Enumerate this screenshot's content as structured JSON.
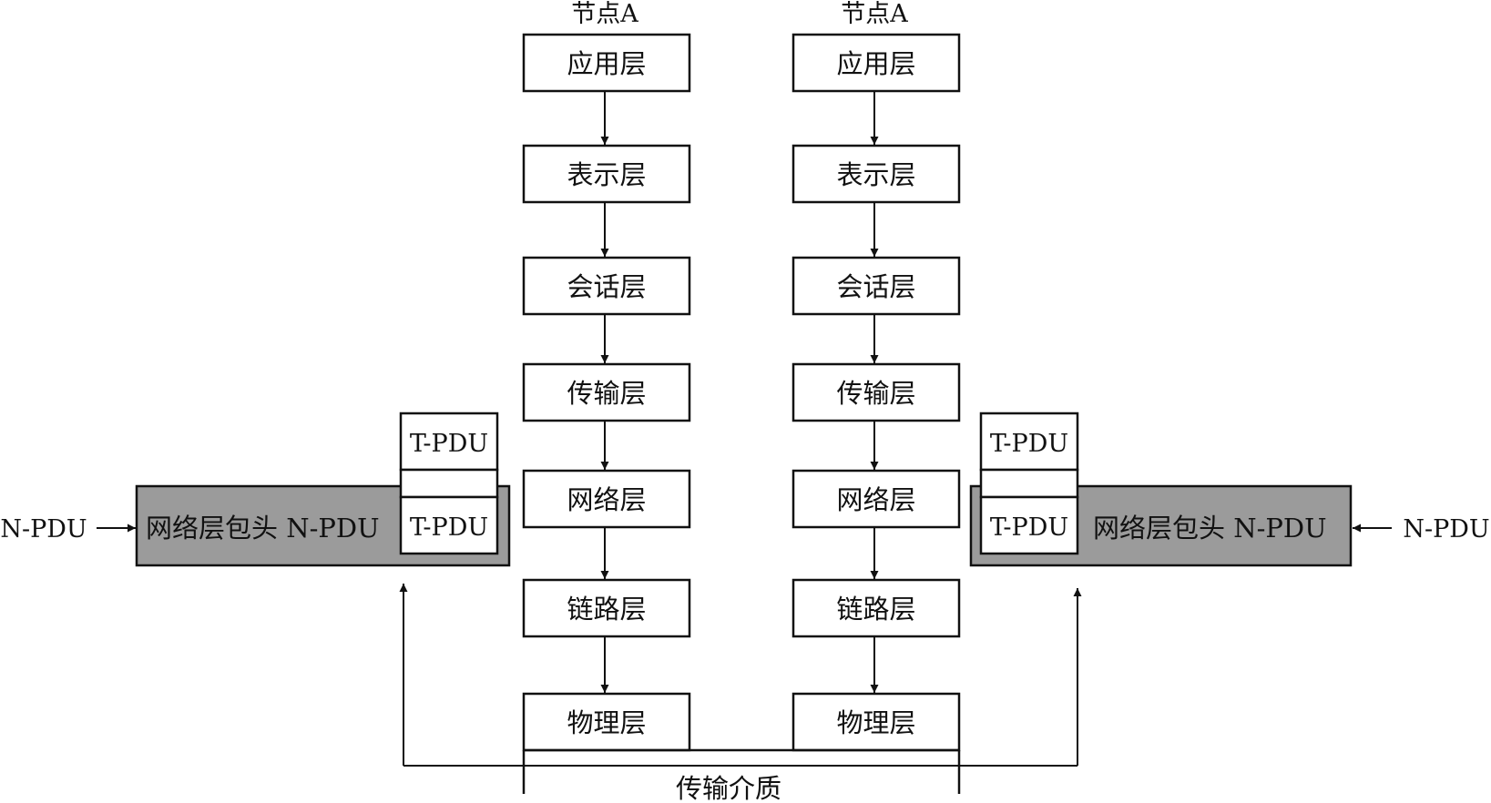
{
  "nodes": [
    {
      "title": "节点A",
      "layers": [
        "应用层",
        "表示层",
        "会话层",
        "传输层",
        "网络层",
        "链路层",
        "物理层"
      ]
    },
    {
      "title": "节点A",
      "layers": [
        "应用层",
        "表示层",
        "会话层",
        "传输层",
        "网络层",
        "链路层",
        "物理层"
      ]
    }
  ],
  "packets": {
    "left": {
      "header_label": "网络层包头 N-PDU",
      "payload_label": "T-PDU",
      "upper_label": "T-PDU",
      "incoming_label": "N-PDU"
    },
    "right": {
      "header_label": "网络层包头 N-PDU",
      "payload_label": "T-PDU",
      "upper_label": "T-PDU",
      "incoming_label": "N-PDU"
    }
  },
  "medium_label": "传输介质",
  "colors": {
    "packet_fill": "#9b9b9b",
    "box_fill": "#ffffff",
    "stroke": "#111111"
  }
}
